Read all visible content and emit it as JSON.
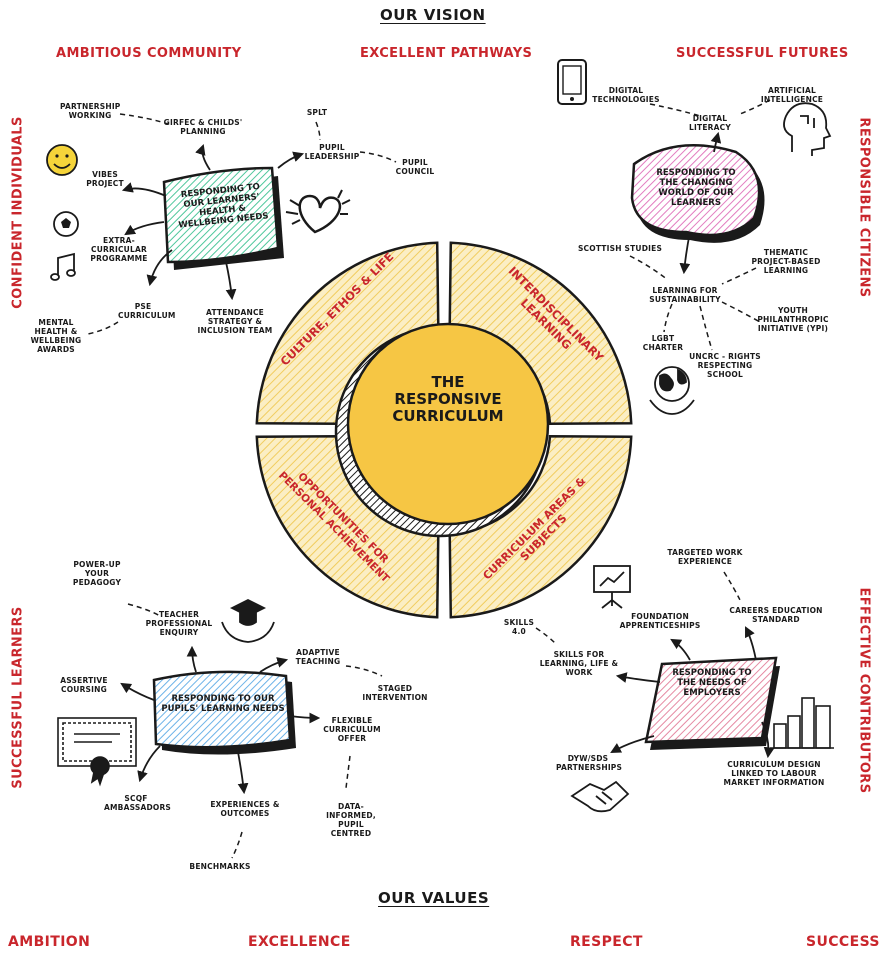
{
  "headings": {
    "vision": "OUR VISION",
    "values": "OUR VALUES"
  },
  "vision_items": [
    "AMBITIOUS COMMUNITY",
    "EXCELLENT PATHWAYS",
    "SUCCESSFUL FUTURES"
  ],
  "side_labels": {
    "left_top": "CONFIDENT INDIVIDUALS",
    "right_top": "RESPONSIBLE CITIZENS",
    "left_bottom": "SUCCESSFUL LEARNERS",
    "right_bottom": "EFFECTIVE CONTRIBUTORS"
  },
  "values": [
    "AMBITION",
    "EXCELLENCE",
    "RESPECT",
    "SUCCESS"
  ],
  "center": {
    "title": "THE RESPONSIVE CURRICULUM"
  },
  "ring_segments": [
    "CULTURE, ETHOS & LIFE",
    "INTERDISCIPLINARY LEARNING",
    "OPPORTUNITIES FOR PERSONAL ACHIEVEMENT",
    "CURRICULUM AREAS & SUBJECTS"
  ],
  "quadrants": {
    "health": {
      "title": "RESPONDING TO OUR LEARNERS' HEALTH & WELLBEING NEEDS",
      "items": {
        "partnership": "PARTNERSHIP WORKING",
        "girfec": "GIRFEC & CHILDS' PLANNING",
        "vibes": "VIBES PROJECT",
        "extra": "EXTRA-CURRICULAR PROGRAMME",
        "mental": "MENTAL HEALTH & WELLBEING AWARDS",
        "pse": "PSE CURRICULUM",
        "attendance": "ATTENDANCE STRATEGY & INCLUSION TEAM",
        "splt": "SPLT",
        "pupil_leadership": "PUPIL LEADERSHIP",
        "pupil_council": "PUPIL COUNCIL"
      }
    },
    "world": {
      "title": "RESPONDING TO THE CHANGING WORLD OF OUR LEARNERS",
      "items": {
        "digital_tech": "DIGITAL TECHNOLOGIES",
        "ai": "ARTIFICIAL INTELLIGENCE",
        "digital_literacy": "DIGITAL LITERACY",
        "scottish": "SCOTTISH STUDIES",
        "thematic": "THEMATIC PROJECT-BASED LEARNING",
        "sustainability": "LEARNING FOR SUSTAINABILITY",
        "lgbt": "LGBT CHARTER",
        "youth": "YOUTH PHILANTHROPIC INITIATIVE (YPI)",
        "uncrc": "UNCRC - RIGHTS RESPECTING SCHOOL"
      }
    },
    "learning": {
      "title": "RESPONDING TO OUR PUPILS' LEARNING NEEDS",
      "items": {
        "powerup": "POWER-UP YOUR PEDAGOGY",
        "enquiry": "TEACHER PROFESSIONAL ENQUIRY",
        "adaptive": "ADAPTIVE TEACHING",
        "staged": "STAGED INTERVENTION",
        "assertive": "ASSERTIVE COURSING",
        "flexible": "FLEXIBLE CURRICULUM OFFER",
        "scqf": "SCQF AMBASSADORS",
        "experiences": "EXPERIENCES & OUTCOMES",
        "data": "DATA-INFORMED, PUPIL CENTRED",
        "benchmarks": "BENCHMARKS"
      }
    },
    "employers": {
      "title": "RESPONDING TO THE NEEDS OF EMPLOYERS",
      "items": {
        "targeted": "TARGETED WORK EXPERIENCE",
        "foundation": "FOUNDATION APPRENTICESHIPS",
        "careers": "CAREERS EDUCATION STANDARD",
        "skills40": "SKILLS 4.0",
        "skills_llw": "SKILLS FOR LEARNING, LIFE & WORK",
        "dyw": "DYW/SDS PARTNERSHIPS",
        "curriculum_design": "CURRICULUM DESIGN LINKED TO LABOUR MARKET INFORMATION"
      }
    }
  },
  "colors": {
    "accent_red": "#c9262c",
    "center_yellow": "#f6c644",
    "ring_yellow": "#f7df9a",
    "health_green": "#9fe0c6",
    "world_pink": "#f1b3d8",
    "learning_blue": "#a9d3f2",
    "employers_pink": "#f3b7c6",
    "vibes_yellow": "#f5d43a"
  }
}
